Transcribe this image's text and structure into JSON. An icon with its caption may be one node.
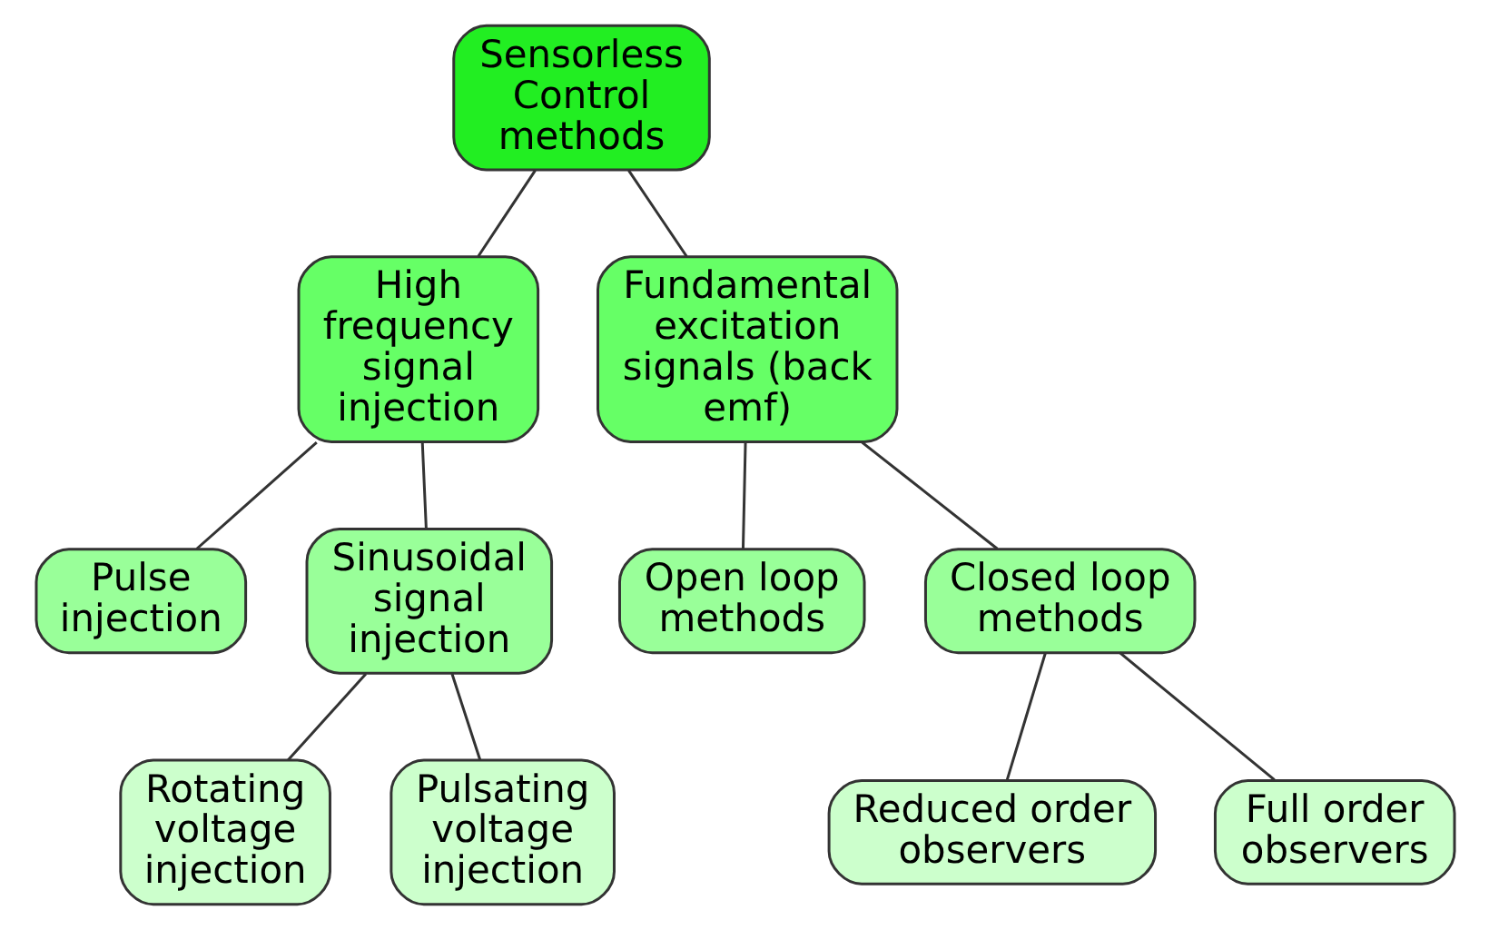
{
  "diagram": {
    "nodes": [
      {
        "text": [
          "Sensorless Control methods"
        ]
      },
      {
        "text": [
          "High frequency signal injection"
        ]
      },
      {
        "text": [
          "Fundamental excitation signals (back emf)"
        ]
      },
      {
        "text": [
          "Pulse injection"
        ]
      },
      {
        "text": [
          "Sinusoidal signal injection"
        ]
      },
      {
        "text": [
          "Open loop methods"
        ]
      },
      {
        "text": [
          "Closed loop methods"
        ]
      },
      {
        "text": [
          "Rotating voltage injection"
        ]
      },
      {
        "text": [
          "Pulsating voltage injection"
        ]
      },
      {
        "text": [
          "Reduced order observers"
        ]
      },
      {
        "text": [
          "Full order observers"
        ]
      }
    ],
    "edges": [
      {
        "from": 0,
        "to": 1,
        "arrow": "none"
      },
      {
        "from": 0,
        "to": 2,
        "arrow": "none"
      },
      {
        "from": 1,
        "to": 3,
        "arrow": "none"
      },
      {
        "from": 1,
        "to": 4,
        "arrow": "none"
      },
      {
        "from": 2,
        "to": 5,
        "arrow": "none"
      },
      {
        "from": 2,
        "to": 6,
        "arrow": "none"
      },
      {
        "from": 4,
        "to": 7,
        "arrow": "none"
      },
      {
        "from": 4,
        "to": 8,
        "arrow": "none"
      },
      {
        "from": 6,
        "to": 9,
        "arrow": "none"
      },
      {
        "from": 6,
        "to": 10,
        "arrow": "none"
      }
    ]
  }
}
